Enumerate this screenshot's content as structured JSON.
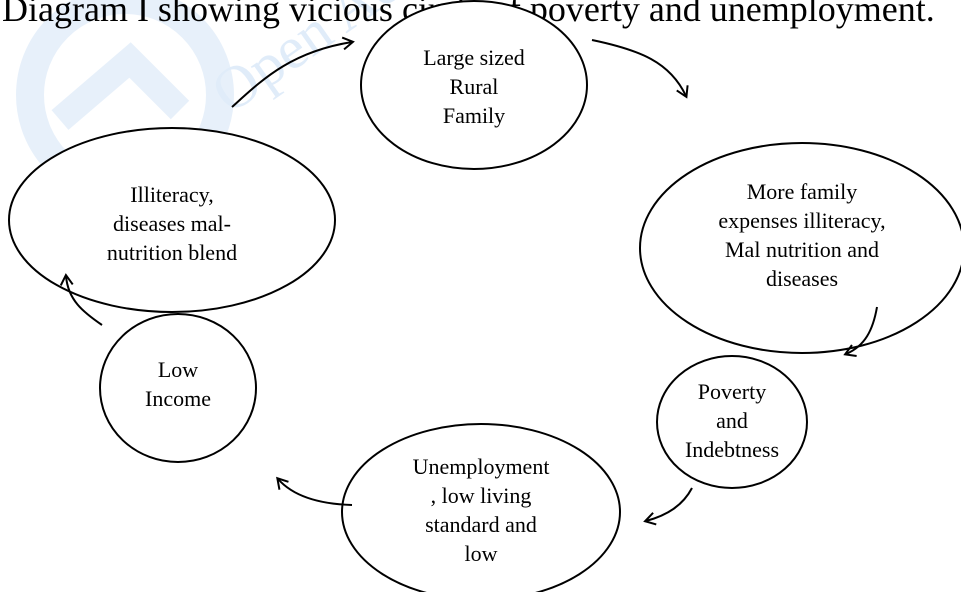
{
  "title": "Diagram I showing vicious circle of poverty and unemployment.",
  "watermark": "Open Access Journal",
  "colors": {
    "ink": "#000000",
    "watermark": "#2f7fd6",
    "background": "#ffffff"
  },
  "nodes": [
    {
      "id": "large-sized-rural-family",
      "label": "Large sized\nRural\nFamily"
    },
    {
      "id": "more-family-expenses",
      "label": "More family\nexpenses illiteracy,\nMal nutrition and\ndiseases"
    },
    {
      "id": "poverty-indebtness",
      "label": "Poverty\nand\nIndebtness"
    },
    {
      "id": "unemployment",
      "label": "Unemployment\n, low living\nstandard and\nlow"
    },
    {
      "id": "low-income",
      "label": "Low\nIncome"
    },
    {
      "id": "illiteracy",
      "label": "Illiteracy,\ndiseases mal-\nnutrition blend"
    }
  ],
  "arrows": [
    {
      "from": "large-sized-rural-family",
      "to": "more-family-expenses"
    },
    {
      "from": "more-family-expenses",
      "to": "poverty-indebtness"
    },
    {
      "from": "poverty-indebtness",
      "to": "unemployment"
    },
    {
      "from": "unemployment",
      "to": "low-income"
    },
    {
      "from": "low-income",
      "to": "illiteracy"
    },
    {
      "from": "illiteracy",
      "to": "large-sized-rural-family"
    }
  ]
}
